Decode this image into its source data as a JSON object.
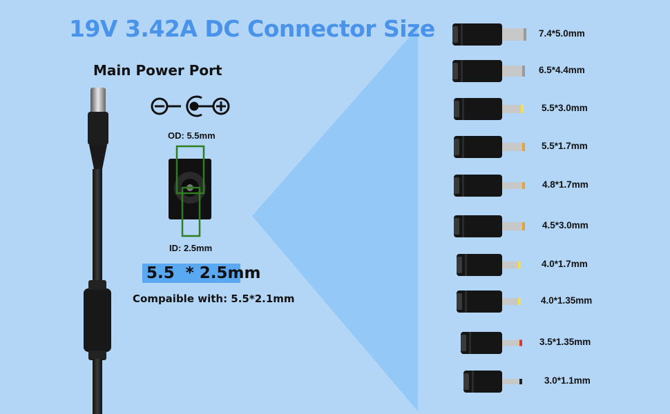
{
  "title": "19V 3.42A DC Connector Size",
  "main_port": {
    "label": "Main Power Port",
    "od_label": "OD: 5.5mm",
    "id_label": "ID: 2.5mm",
    "size": "5.5  * 2.5mm",
    "compatible": "Compaible with: 5.5*2.1mm"
  },
  "colors": {
    "background": "#b3d6f6",
    "title": "#4a93ea",
    "size_highlight": "#5aa7f2",
    "outline_green": "#2e7d1e"
  },
  "tips": [
    {
      "label": "7.4*5.0mm",
      "tip": "silver-thick"
    },
    {
      "label": "6.5*4.4mm",
      "tip": "silver-thick"
    },
    {
      "label": "5.5*3.0mm",
      "tip": "silver-yellow"
    },
    {
      "label": "5.5*1.7mm",
      "tip": "silver-orange"
    },
    {
      "label": "4.8*1.7mm",
      "tip": "silver-orange"
    },
    {
      "label": "4.5*3.0mm",
      "tip": "silver-orange"
    },
    {
      "label": "4.0*1.7mm",
      "tip": "silver-yellow"
    },
    {
      "label": "4.0*1.35mm",
      "tip": "silver-yellow"
    },
    {
      "label": "3.5*1.35mm",
      "tip": "silver-red"
    },
    {
      "label": "3.0*1.1mm",
      "tip": "silver-black"
    }
  ]
}
